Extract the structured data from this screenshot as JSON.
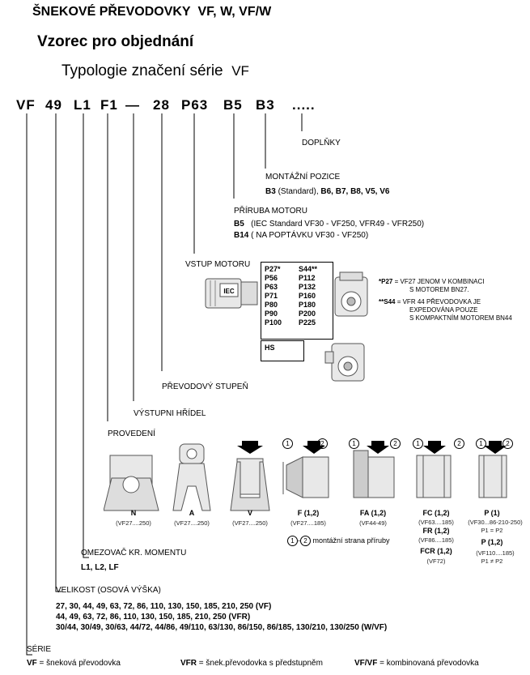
{
  "header": {
    "title": "ŠNEKOVÉ PŘEVODOVKY",
    "title_series": "VF, W, VF/W",
    "subtitle": "Vzorec pro objednání",
    "typology_label": "Typologie značení série",
    "typology_series": "VF"
  },
  "code": {
    "parts": [
      "VF",
      "49",
      "L1",
      "F1",
      "—",
      "28",
      "P63",
      "B5",
      "B3",
      "....."
    ]
  },
  "sections": {
    "doplnky": {
      "title": "DOPLŇKY"
    },
    "montaz": {
      "title": "MONTÁŽNÍ POZICE",
      "b3": "B3",
      "standard": " (Standard), ",
      "rest": "B6, B7, B8, V5, V6"
    },
    "priruba": {
      "title": "PŘÍRUBA MOTORU",
      "b5": "B5",
      "b5_text": "(IEC Standard VF30 - VF250, VFR49 - VFR250)",
      "b14": "B14",
      "b14_text": "( NA POPTÁVKU VF30 - VF250)"
    },
    "vstup": {
      "title": "VSTUP MOTORU",
      "iec": "IEC",
      "left_col": [
        "P27*",
        "P56",
        "P63",
        "P71",
        "P80",
        "P90",
        "P100"
      ],
      "right_col": [
        "S44**",
        "P112",
        "P132",
        "P160",
        "P180",
        "P200",
        "P225"
      ],
      "hs": "HS"
    },
    "notes": {
      "p27_key": "*P27",
      "p27_l1": "= VF27 JENOM V KOMBINACI",
      "p27_l2": "S MOTOREM BN27.",
      "s44_key": "**S44",
      "s44_l1": "= VFR  44   PŘEVODOVKA JE",
      "s44_l2": "EXPEDOVÁNA POUZE",
      "s44_l3": "S KOMPAKTNÍM MOTOREM BN44"
    },
    "stupen": {
      "title": "PŘEVODOVÝ STUPEŇ"
    },
    "hridel": {
      "title": "VÝSTUPNI HŘÍDEL"
    },
    "provedeni": {
      "title": "PROVEDENÍ"
    },
    "omezovac": {
      "title": "OMEZOVAČ KR. MOMENTU",
      "values": "L1, L2, LF"
    },
    "velikost": {
      "title": "VELIKOST (OSOVÁ VÝŠKA)",
      "line1": "27, 30, 44, 49, 63, 72, 86, 110, 130, 150, 185, 210, 250 (VF)",
      "line2": "44, 49, 63, 72, 86, 110, 130, 150, 185, 210, 250 (VFR)",
      "line3": "30/44, 30/49, 30/63, 44/72, 44/86, 49/110, 63/130, 86/150, 86/185, 130/210, 130/250 (W/VF)"
    },
    "serie": {
      "title": "SÉRIE",
      "vf_key": "VF",
      "vf_text": " = šneková převodovka",
      "vfr_key": "VFR",
      "vfr_text": " = šnek.převodovka s předstupněm",
      "vfvf_key": "VF/VF",
      "vfvf_text": " = kombinovaná převodovka"
    }
  },
  "versions": [
    {
      "label": "N",
      "range": "(VF27....250)"
    },
    {
      "label": "A",
      "range": "(VF27....250)"
    },
    {
      "label": "V",
      "range": "(VF27....250)"
    },
    {
      "label": "F (1,2)",
      "range": "(VF27....185)"
    },
    {
      "label": "FA (1,2)",
      "range": "(VF44-49)"
    },
    {
      "label": "FC (1,2)",
      "range": "(VF63....185)",
      "extra": [
        {
          "label": "FR (1,2)",
          "range": "(VF86....185)"
        },
        {
          "label": "FCR (1,2)",
          "range": "(VF72)"
        }
      ]
    },
    {
      "label": "P (1)",
      "range": "(VF30...86-210-250)",
      "note": "P1 = P2",
      "extra2": {
        "label": "P (1,2)",
        "range": "(VF110....185)",
        "note": "P1 ≠ P2"
      }
    }
  ],
  "flange_note": {
    "c1": "1",
    "c2": "2",
    "text": " montážní strana příruby"
  },
  "colors": {
    "line": "#000000",
    "drawing": "#555555",
    "fill": "#e8e8e8"
  }
}
